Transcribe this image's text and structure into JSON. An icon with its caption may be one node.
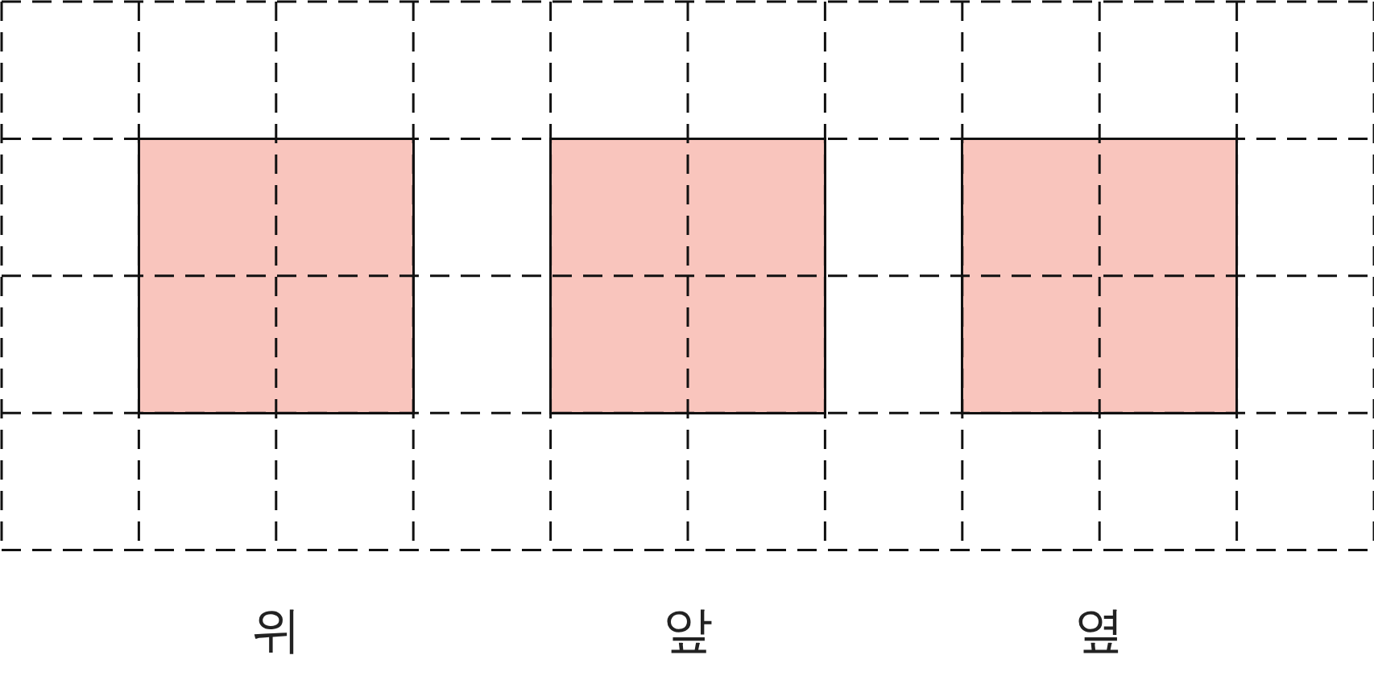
{
  "diagram": {
    "nodes": [
      {
        "text": [],
        "shape": "box",
        "beside": [
          "위"
        ]
      },
      {
        "text": [],
        "shape": "box",
        "beside": [
          "앞"
        ]
      },
      {
        "text": [],
        "shape": "box",
        "beside": [
          "옆"
        ]
      }
    ]
  }
}
